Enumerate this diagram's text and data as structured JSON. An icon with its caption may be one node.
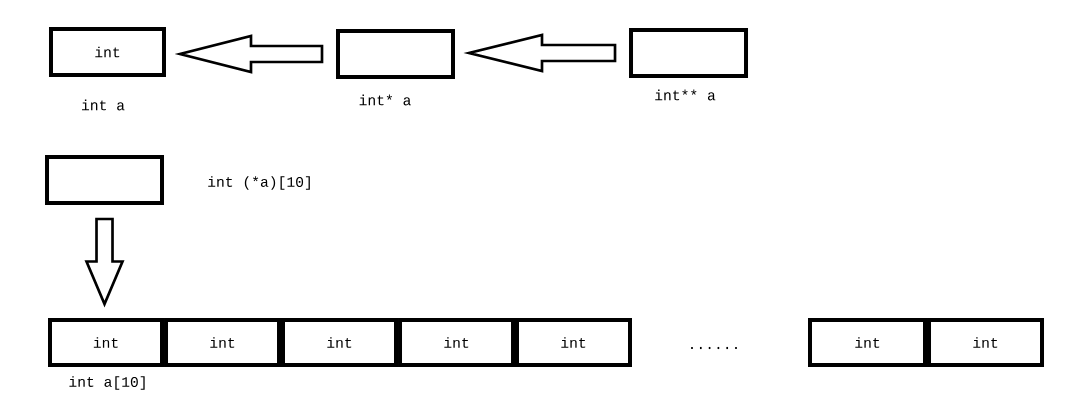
{
  "diagram": {
    "nodes": [
      {
        "text": [
          "int"
        ],
        "beside": [
          "int a"
        ]
      },
      {
        "text": [],
        "shape": "box",
        "beside": [
          "int* a"
        ]
      },
      {
        "text": [],
        "shape": "box",
        "beside": [
          "int** a"
        ]
      },
      {
        "text": [],
        "shape": "box",
        "beside": [
          "int (*a)[10]"
        ]
      },
      {
        "text": [
          "int"
        ],
        "beside": [
          "int a[10]"
        ]
      },
      {
        "text": [
          "int"
        ]
      },
      {
        "text": [
          "int"
        ]
      },
      {
        "text": [
          "int"
        ]
      },
      {
        "text": [
          "int"
        ]
      },
      {
        "text": [
          "int"
        ]
      },
      {
        "text": [
          "int"
        ]
      }
    ],
    "edges": [
      {
        "from": 1,
        "to": 0,
        "arrow": "to"
      },
      {
        "from": 2,
        "to": 1,
        "arrow": "to"
      },
      {
        "from": 3,
        "to": 4,
        "arrow": "to"
      }
    ],
    "labels": [
      "......"
    ]
  }
}
